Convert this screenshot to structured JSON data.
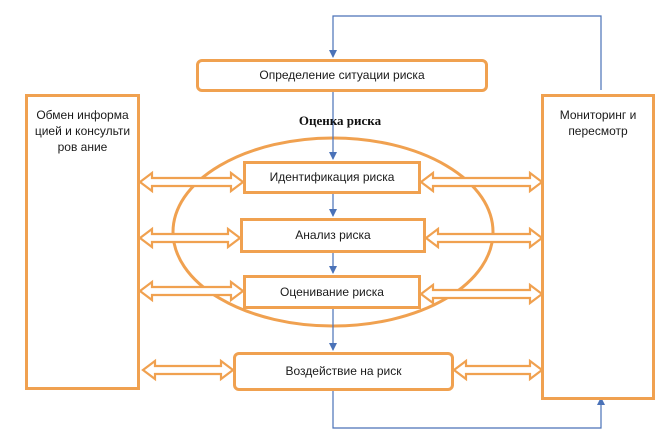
{
  "colors": {
    "box_border": "#f0a150",
    "flow_line": "#4a72b8"
  },
  "boxes": {
    "context": "Определение ситуации риска",
    "communication": "Обмен информацией и консультиров ание",
    "monitoring": "Мониторинг и пересмотр",
    "identification": "Идентификация риска",
    "analysis": "Анализ риска",
    "evaluation": "Оценивание риска",
    "treatment": "Воздействие на риск"
  },
  "assessment": {
    "title": "Оценка риска"
  }
}
